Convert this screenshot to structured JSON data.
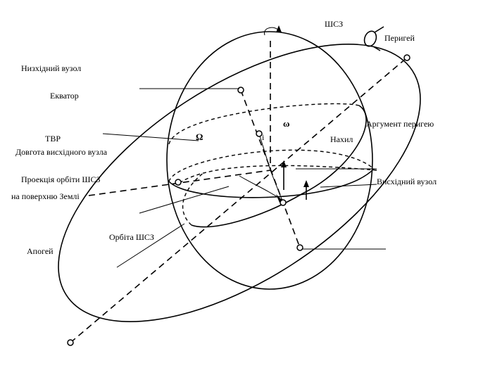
{
  "labels": {
    "sat": "ШСЗ",
    "perigee": "Перигей",
    "descending_node": "Низхідний вузол",
    "equator": "Екватор",
    "argument_perigee": "Аргумент перигею",
    "omega_small": "ω",
    "omega_big": "Ω",
    "i_symbol": "i",
    "tvr": "ТВР",
    "longitude_node": "Довгота висхідного вузла",
    "inclination": "Нахил",
    "projection_1": "Проекція  орбіти ШСЗ",
    "projection_2": "на поверхню  Землі",
    "ascending_node": "Висхідний вузол",
    "orbit": "Орбіта ШСЗ",
    "apogee": "Апогей"
  }
}
